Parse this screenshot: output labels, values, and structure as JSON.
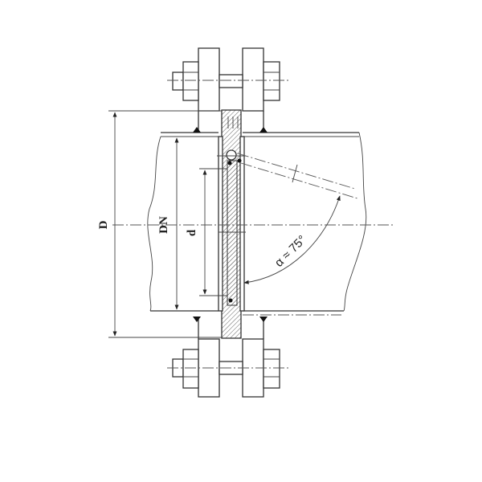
{
  "diagram": {
    "labels": {
      "outer_diameter": "D",
      "nominal_diameter": "DN",
      "disc_diameter": "d",
      "opening_angle": "α ≈ 75°"
    },
    "colors": {
      "line": "#333333",
      "background": "#ffffff"
    }
  }
}
